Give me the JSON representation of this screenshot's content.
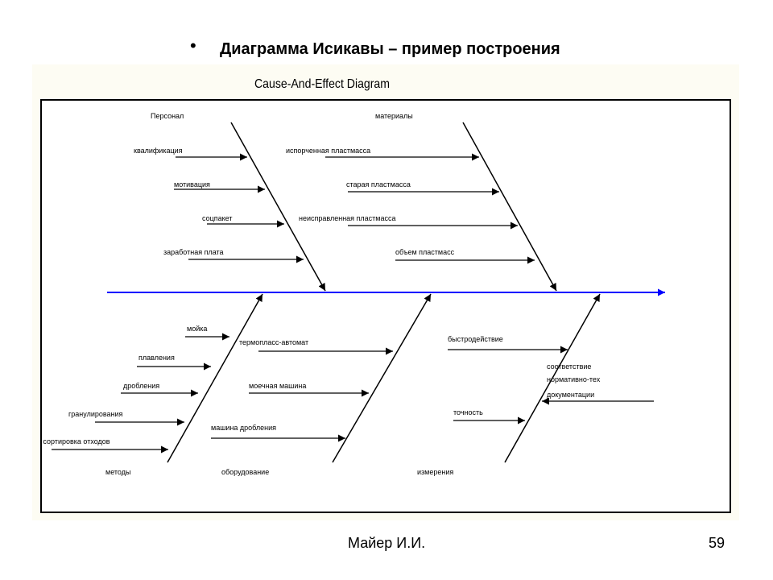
{
  "slide": {
    "bullet": "•",
    "title": "Диаграмма Исикавы – пример построения",
    "author": "Майер И.И.",
    "page_number": "59"
  },
  "diagram": {
    "title": "Cause-And-Effect Diagram",
    "colors": {
      "spine": "#0000ff",
      "lines": "#000000"
    },
    "categories": {
      "personnel": "Персонал",
      "materials": "материалы",
      "methods": "методы",
      "equipment": "оборудование",
      "measurements": "измерения"
    },
    "causes": {
      "personnel": [
        "квалификация",
        "мотивация",
        "соцпакет",
        "заработная плата"
      ],
      "materials": [
        "испорченная пластмасса",
        "старая пластмасса",
        "неисправленная пластмасса",
        "объем пластмасс"
      ],
      "methods": [
        "мойка",
        "плавления",
        "дробления",
        "гранулирования",
        "сортировка отходов"
      ],
      "equipment": [
        "термопласс-автомат",
        "моечная машина",
        "машина дробления"
      ],
      "measurements": [
        "быстродействие",
        "соответствие",
        "нормативно-тех",
        "документации",
        "точность"
      ]
    }
  }
}
